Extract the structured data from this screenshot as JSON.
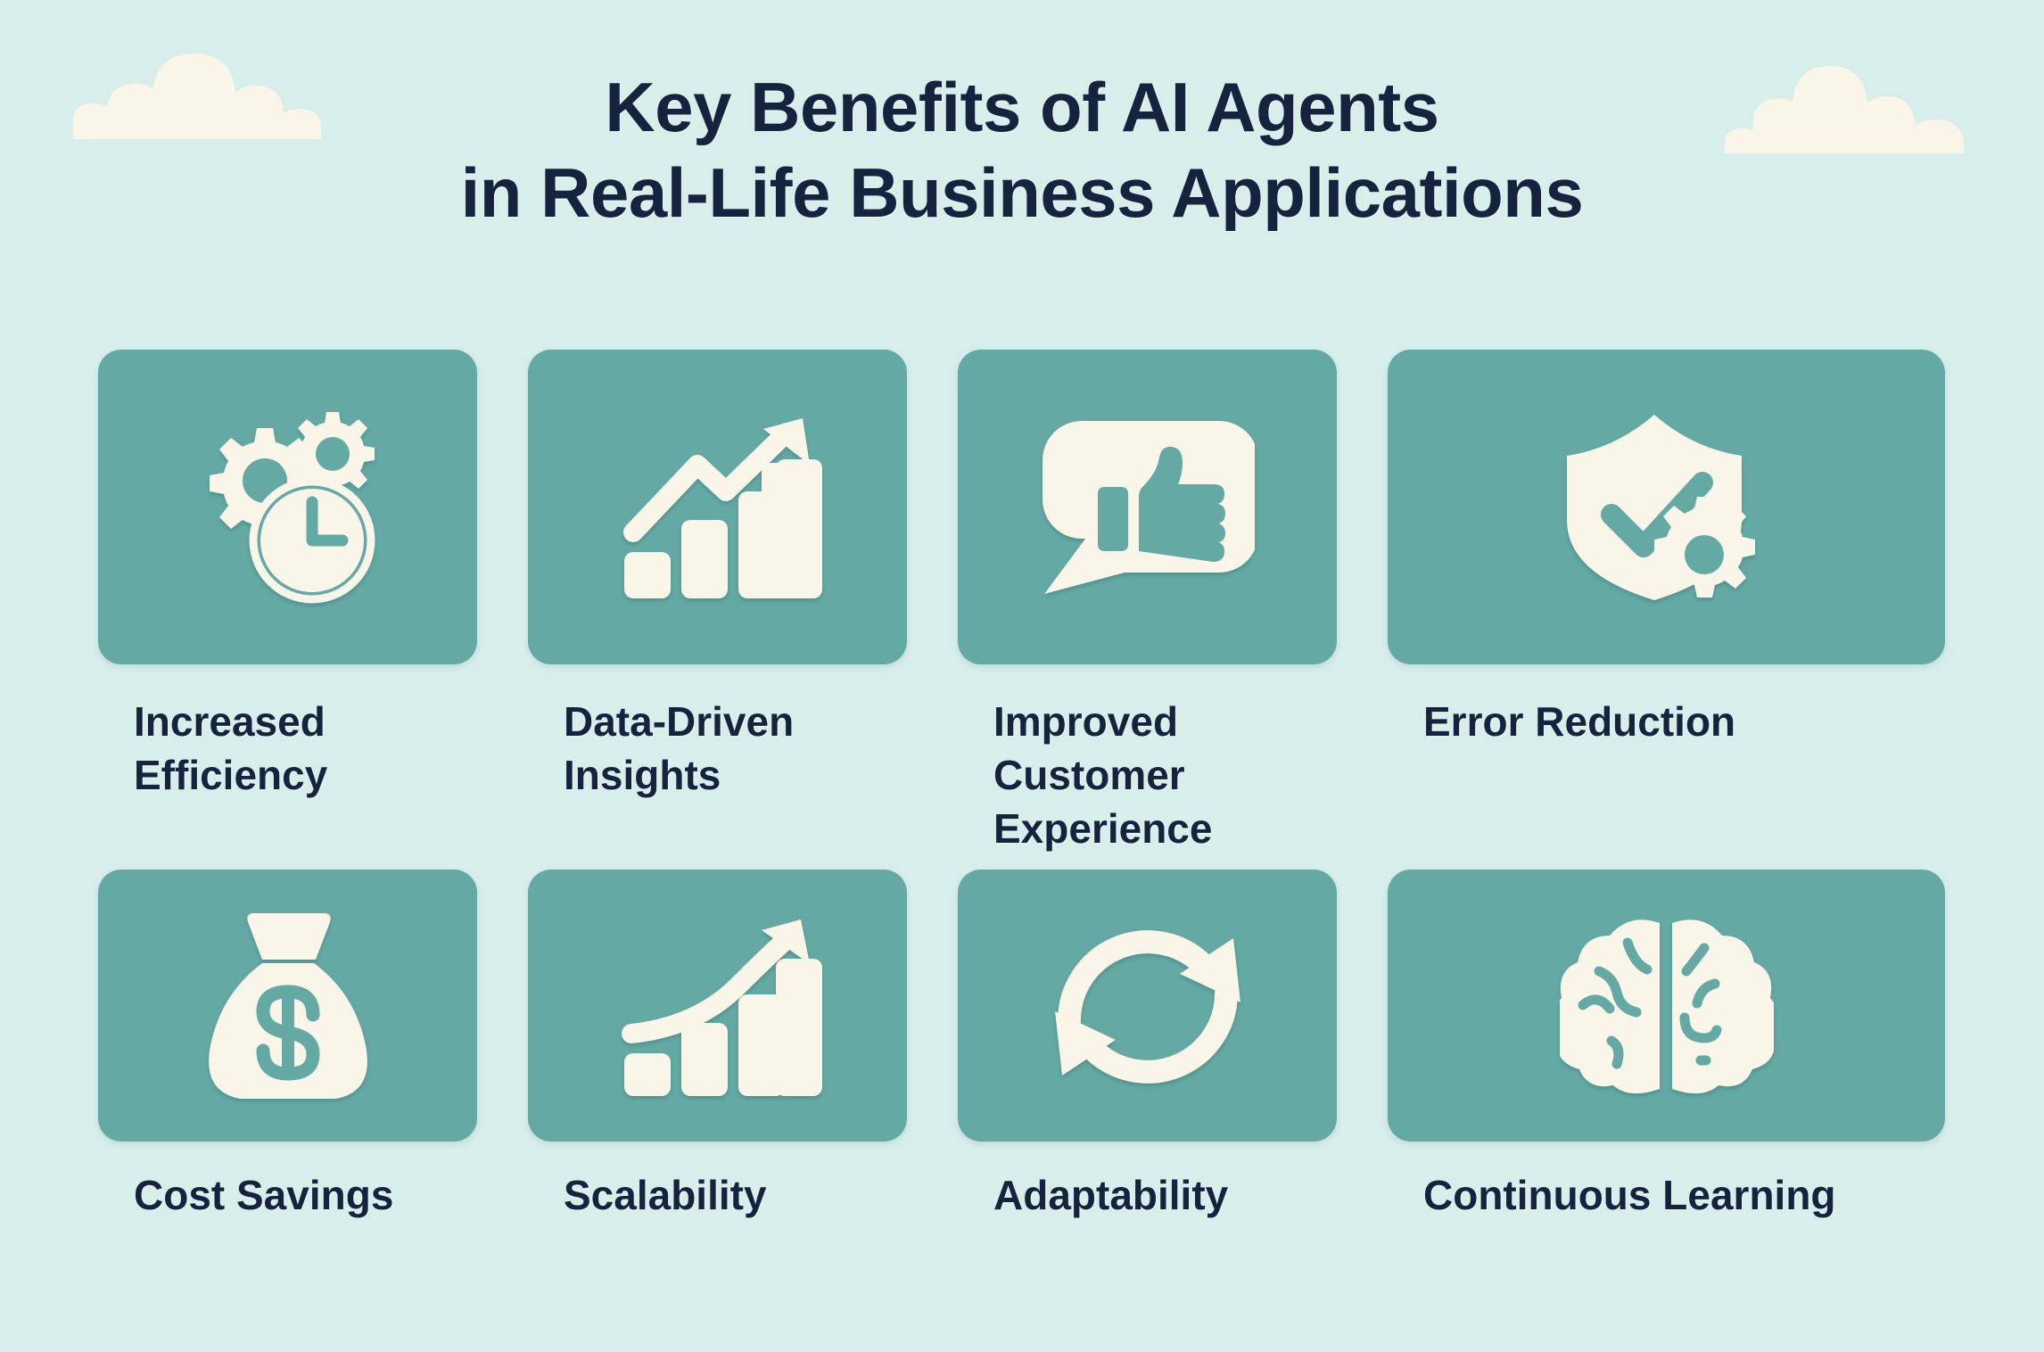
{
  "title": {
    "line1": "Key Benefits of AI Agents",
    "line2": "in Real-Life Business Applications"
  },
  "colors": {
    "background": "#d8eeeb",
    "card": "#64a9a4",
    "icon": "#f9f5e9",
    "text": "#16233f",
    "cloud": "#f9f5e9"
  },
  "decorations": [
    {
      "name": "cloud-left"
    },
    {
      "name": "cloud-right"
    }
  ],
  "benefits": [
    {
      "label": "Increased Efficiency",
      "icon": "gears-clock-icon"
    },
    {
      "label": "Data-Driven Insights",
      "icon": "bar-chart-arrow-icon"
    },
    {
      "label": "Improved Customer Experience",
      "icon": "speech-bubble-thumbs-up-icon"
    },
    {
      "label": "Error Reduction",
      "icon": "shield-check-gear-icon"
    },
    {
      "label": "Cost Savings",
      "icon": "money-bag-icon"
    },
    {
      "label": "Scalability",
      "icon": "growth-curve-chart-icon"
    },
    {
      "label": "Adaptability",
      "icon": "refresh-cycle-icon"
    },
    {
      "label": "Continuous Learning",
      "icon": "brain-icon"
    }
  ]
}
